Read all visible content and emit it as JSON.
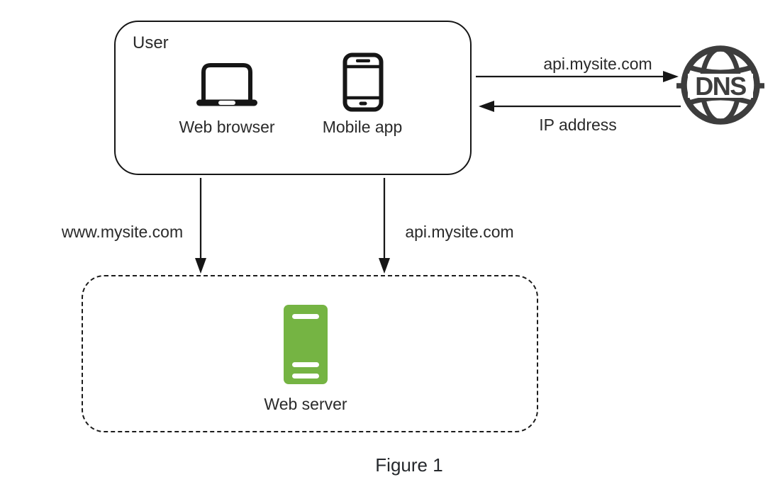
{
  "caption": "Figure 1",
  "user_box": {
    "label": "User",
    "devices": [
      {
        "label": "Web browser",
        "icon": "laptop-icon"
      },
      {
        "label": "Mobile app",
        "icon": "smartphone-icon"
      }
    ]
  },
  "dns_node": {
    "label": "DNS",
    "icon": "globe-icon"
  },
  "server_box": {
    "label": "Web server",
    "icon": "server-icon"
  },
  "arrows": {
    "user_to_dns": "api.mysite.com",
    "dns_to_user": "IP address",
    "browser_to_server": "www.mysite.com",
    "app_to_server": "api.mysite.com"
  },
  "colors": {
    "server_green": "#75b443",
    "dns_gray": "#3d3d3d",
    "ink": "#161616",
    "text": "#2a2a2a"
  }
}
